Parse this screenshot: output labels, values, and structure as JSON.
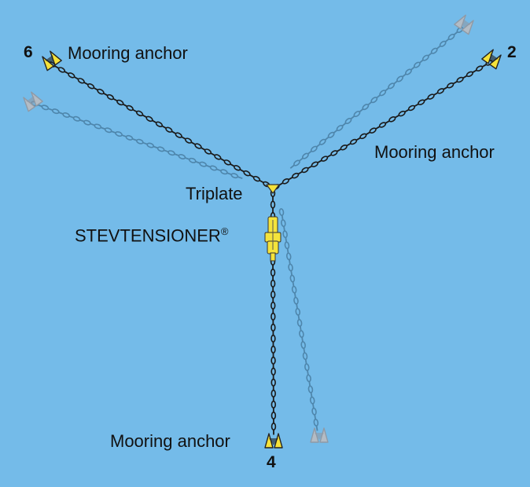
{
  "labels": {
    "anchor_2_label": "Mooring anchor",
    "anchor_4_label": "Mooring anchor",
    "anchor_6_label": "Mooring anchor",
    "triplate": "Triplate",
    "tensioner": "STEVTENSIONER",
    "registered": "®",
    "num_2": "2",
    "num_4": "4",
    "num_6": "6"
  },
  "colors": {
    "sea": "#74bbe9",
    "chain_dark": "#1a1a1a",
    "chain_ghost": "#4e86ac",
    "anchor_yellow": "#f5e23a",
    "anchor_ghost": "#8f9aa6",
    "tensioner_yellow": "#f4e33c"
  }
}
